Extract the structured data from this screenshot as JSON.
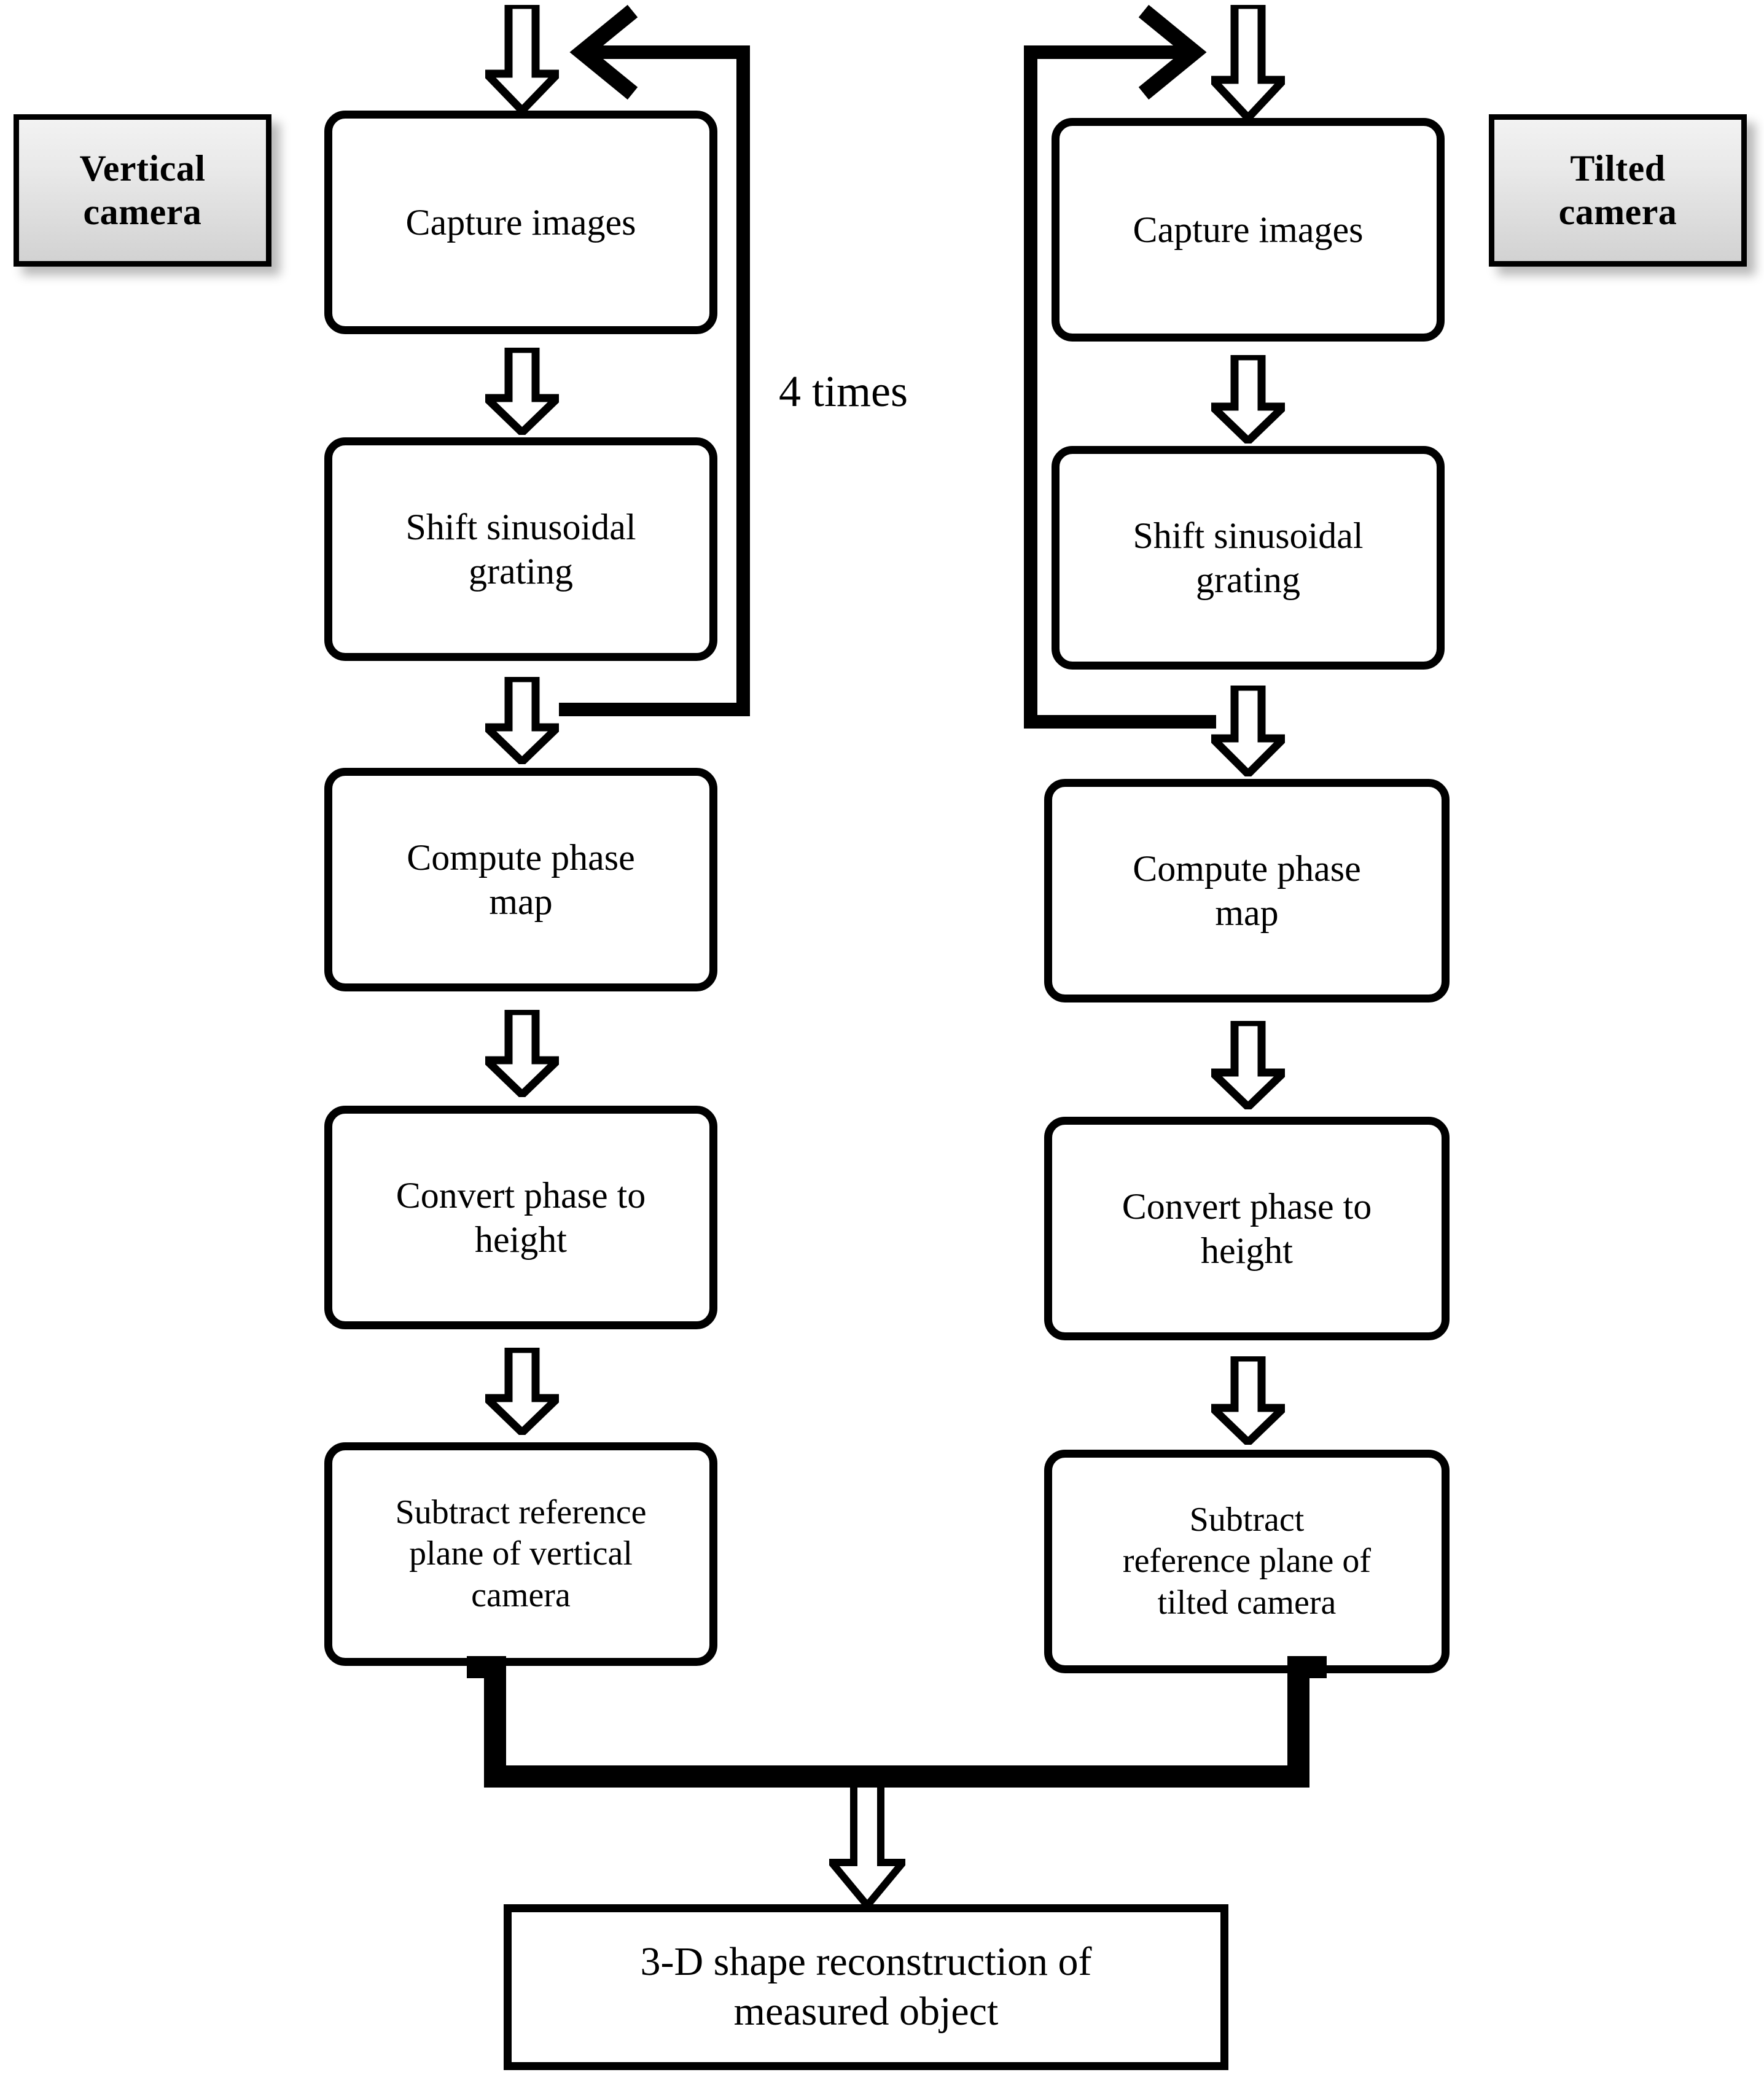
{
  "diagram": {
    "title_text": "",
    "annotations": [
      {
        "id": "loop-count",
        "text": "4 times"
      }
    ],
    "side_labels": [
      {
        "id": "vertical-camera",
        "text": "Vertical\ncamera"
      },
      {
        "id": "tilted-camera",
        "text": "Tilted\ncamera"
      }
    ],
    "left_branch": {
      "name": "Vertical camera branch",
      "steps": [
        {
          "id": "left-capture-images",
          "text": "Capture images"
        },
        {
          "id": "left-shift-grating",
          "text": "Shift sinusoidal\ngrating"
        },
        {
          "id": "left-compute-phase",
          "text": "Compute phase\nmap"
        },
        {
          "id": "left-convert-height",
          "text": "Convert phase to\nheight"
        },
        {
          "id": "left-subtract-ref",
          "text": "Subtract reference\nplane of vertical\ncamera"
        }
      ]
    },
    "right_branch": {
      "name": "Tilted camera branch",
      "steps": [
        {
          "id": "right-capture-images",
          "text": "Capture images"
        },
        {
          "id": "right-shift-grating",
          "text": "Shift sinusoidal\ngrating"
        },
        {
          "id": "right-compute-phase",
          "text": "Compute phase\nmap"
        },
        {
          "id": "right-convert-height",
          "text": "Convert phase to\nheight"
        },
        {
          "id": "right-subtract-ref",
          "text": "Subtract\nreference plane of\ntilted camera"
        }
      ]
    },
    "result": {
      "id": "result-box",
      "text": "3-D shape reconstruction of\nmeasured object"
    },
    "colors": {
      "stroke": "#000000",
      "fill": "#ffffff",
      "chip_top": "#f2f2f2",
      "chip_bottom": "#d2d2d2"
    }
  }
}
